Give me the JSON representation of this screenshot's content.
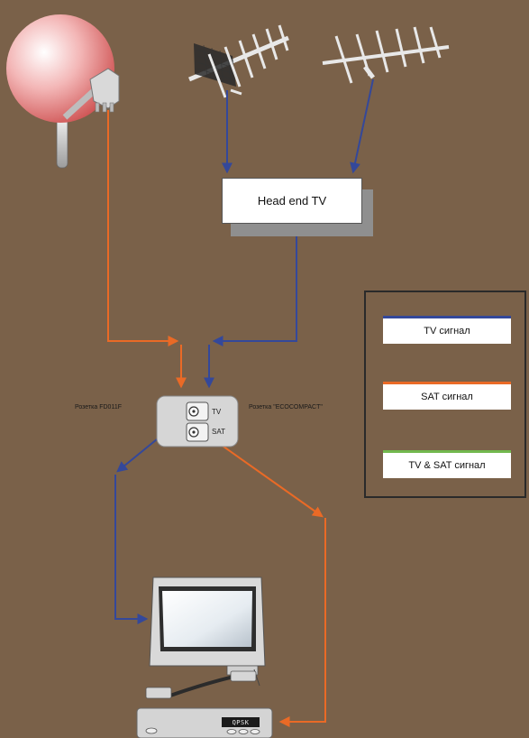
{
  "colors": {
    "background": "#7a6149",
    "tv_line": "#34489a",
    "sat_line": "#ea6a26",
    "tv_sat_line": "#72b84e"
  },
  "head_end": {
    "label": "Head end TV"
  },
  "outlet": {
    "left_label": "Розетка FD011F",
    "right_label": "Розетка \"ECOCOMPACT\"",
    "tv_port": "TV",
    "sat_port": "SAT"
  },
  "legend": {
    "items": [
      {
        "label": "TV сигнал",
        "color": "#34489a"
      },
      {
        "label": "SAT сигнал",
        "color": "#ea6a26"
      },
      {
        "label": "TV & SAT сигнал",
        "color": "#72b84e"
      }
    ]
  },
  "receiver": {
    "display_text": "QPSK"
  },
  "icons": [
    "satellite-dish-icon",
    "yagi-antenna-icon",
    "log-periodic-antenna-icon",
    "tv-icon",
    "receiver-icon",
    "wall-outlet-icon"
  ]
}
